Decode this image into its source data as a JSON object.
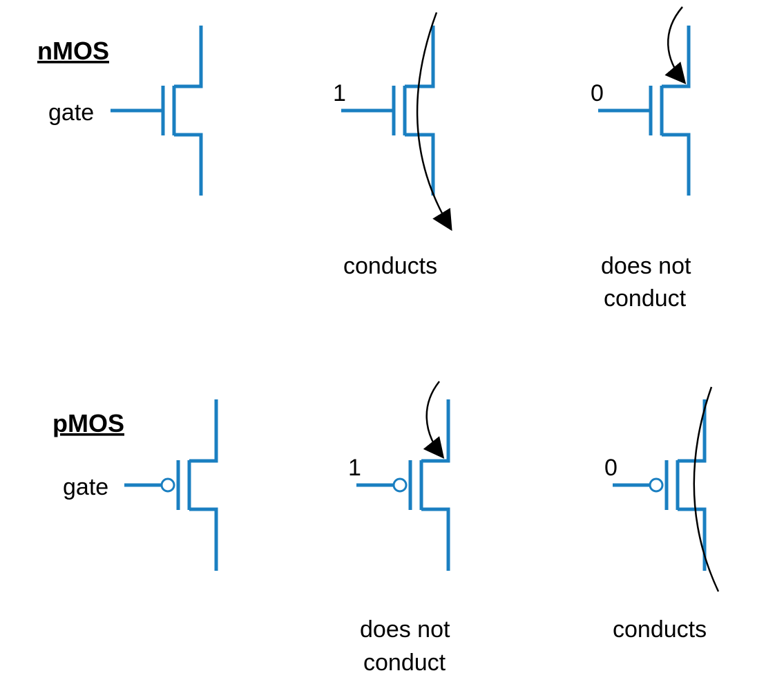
{
  "nmos": {
    "heading": "nMOS",
    "gate_label": "gate",
    "input_one": "1",
    "input_zero": "0",
    "state_one": "conducts",
    "state_zero_line1": "does not",
    "state_zero_line2": "conduct"
  },
  "pmos": {
    "heading": "pMOS",
    "gate_label": "gate",
    "input_one": "1",
    "input_zero": "0",
    "state_one_line1": "does not",
    "state_one_line2": "conduct",
    "state_zero": "conducts"
  },
  "colors": {
    "transistor": "#1a7fc1",
    "arrow": "#000000",
    "text": "#000000",
    "background": "#ffffff"
  }
}
